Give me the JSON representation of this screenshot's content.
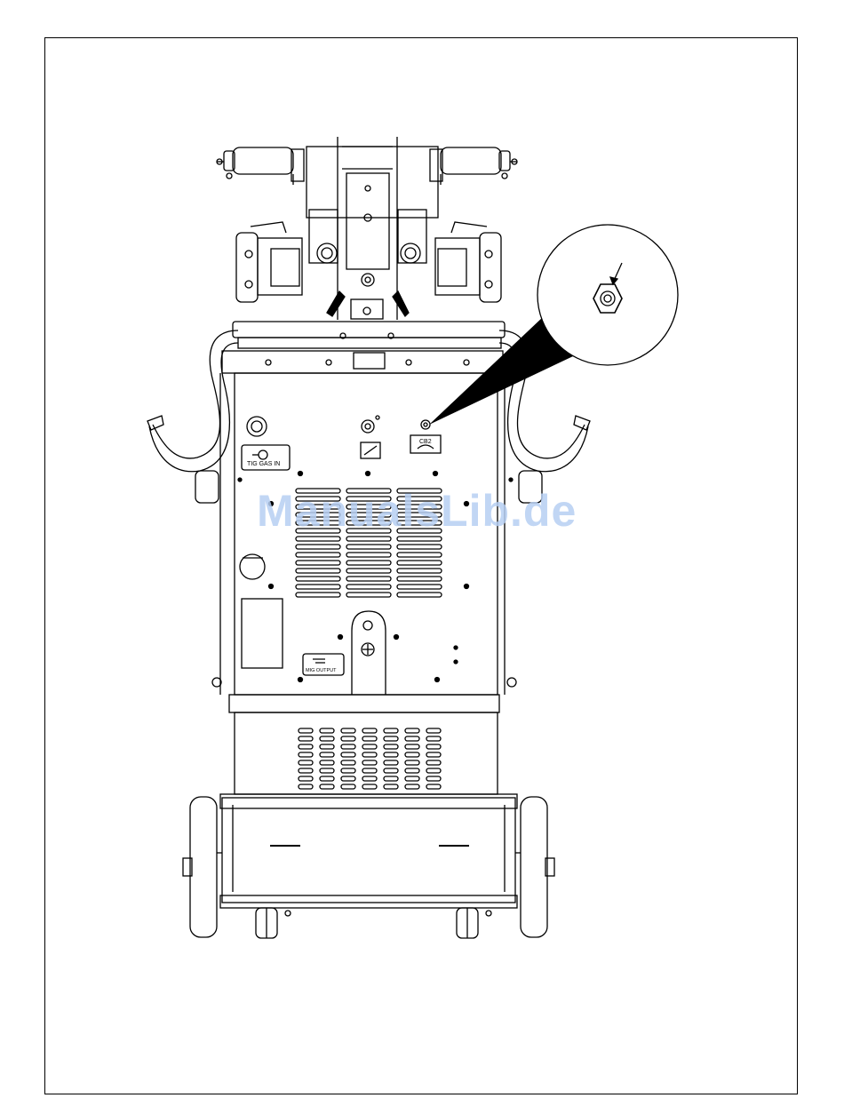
{
  "labels": {
    "tig_gas_in": "TIG GAS IN",
    "cb2": "CB2",
    "mig_output": "MIG OUTPUT"
  },
  "watermark": "ManualsLib.de",
  "colors": {
    "line": "#000000",
    "watermark": "#b7cff3"
  }
}
